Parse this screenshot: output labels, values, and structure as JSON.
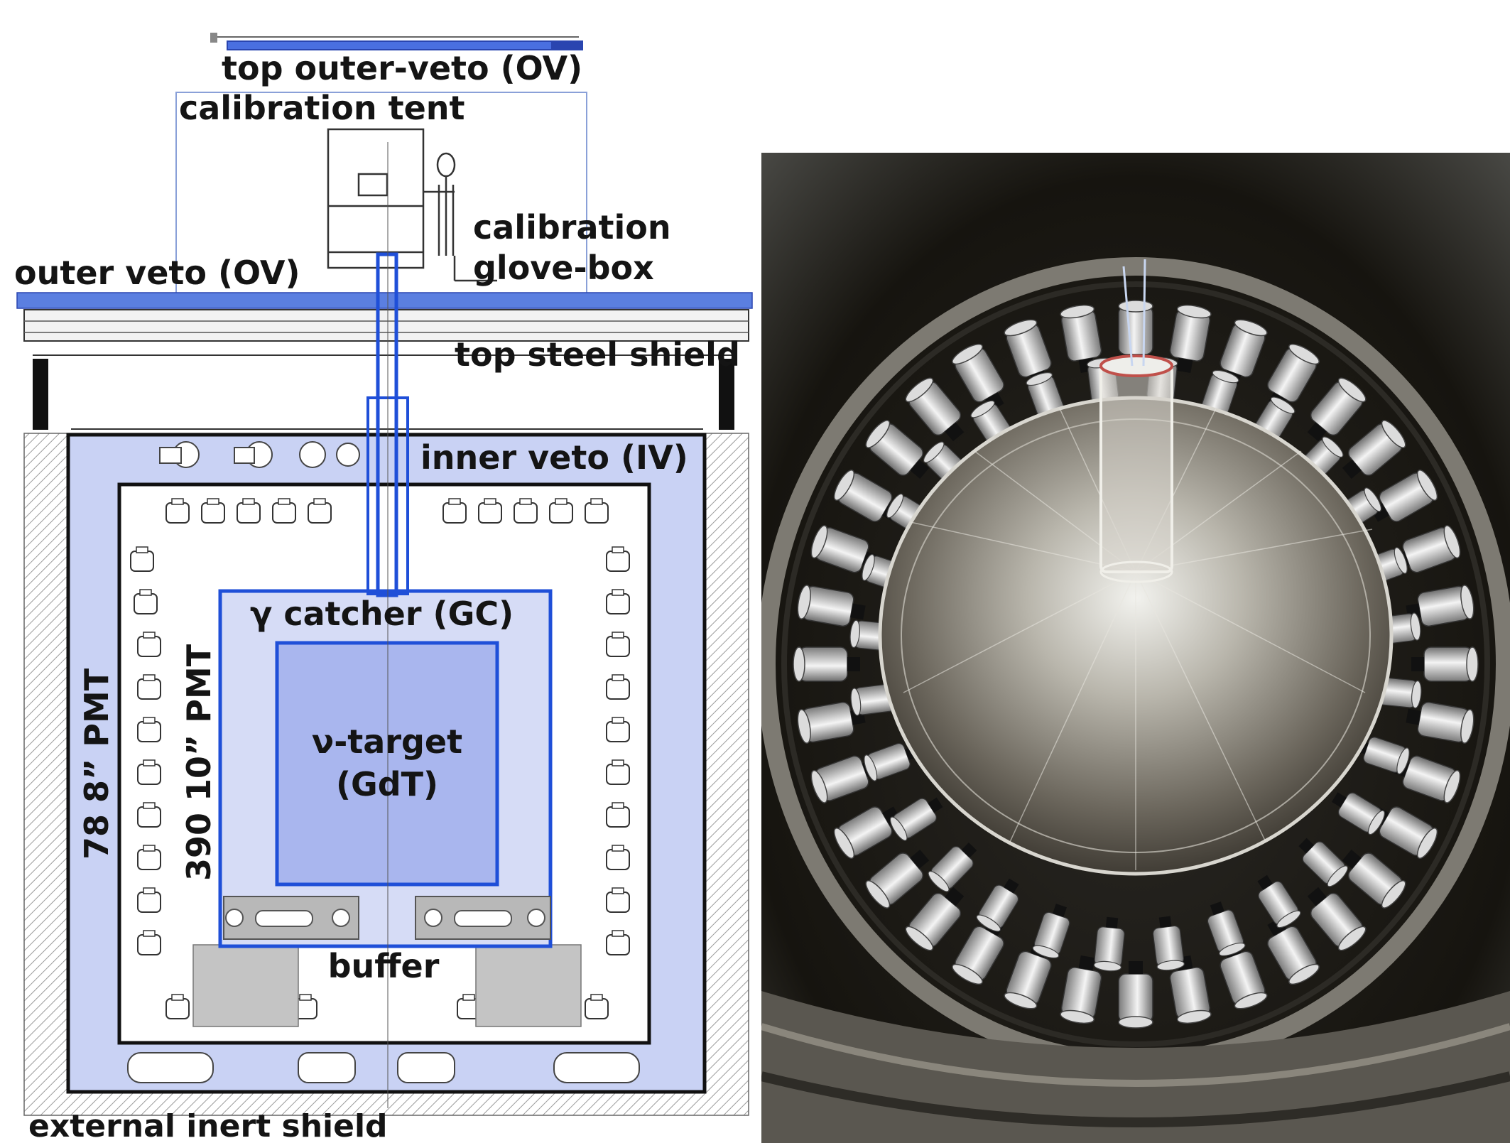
{
  "diagram": {
    "labels": {
      "top_outer_veto": "top outer-veto (OV)",
      "calibration_tent": "calibration tent",
      "calibration": "calibration",
      "glove_box": "glove-box",
      "outer_veto": "outer veto (OV)",
      "top_steel_shield": "top steel shield",
      "inner_veto": "inner veto (IV)",
      "gamma_catcher": "γ catcher (GC)",
      "pmt_78": "78 8” PMT",
      "pmt_390": "390 10” PMT",
      "nu_target_line1": "ν-target",
      "nu_target_line2": "(GdT)",
      "buffer": "buffer",
      "external_inert_shield": "external inert shield"
    },
    "colors": {
      "veto_blue": "#5b7fe0",
      "vessel_blue": "#1f4fd8",
      "iv_fill": "#c9d2f4",
      "target_fill": "#a9b6ee",
      "gc_fill": "#d6dcf6",
      "shield_gray": "#c4c4c4"
    }
  },
  "photo": {
    "description_icon": "detector-interior-photo"
  }
}
